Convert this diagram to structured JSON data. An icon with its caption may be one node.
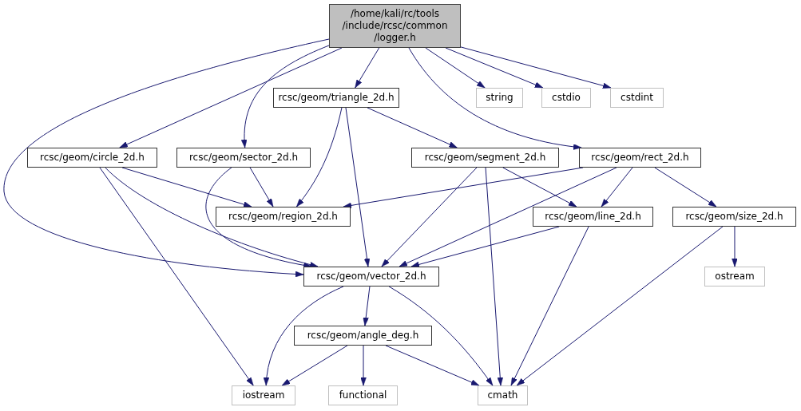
{
  "diagram": {
    "nodes": [
      {
        "text": [
          "/home/kali/rc/tools /include/rcsc/common /logger.h"
        ]
      },
      {
        "text": [
          "rcsc/geom/triangle_2d.h"
        ]
      },
      {
        "text": [
          "string"
        ]
      },
      {
        "text": [
          "cstdio"
        ]
      },
      {
        "text": [
          "cstdint"
        ]
      },
      {
        "text": [
          "rcsc/geom/circle_2d.h"
        ]
      },
      {
        "text": [
          "rcsc/geom/sector_2d.h"
        ]
      },
      {
        "text": [
          "rcsc/geom/segment_2d.h"
        ]
      },
      {
        "text": [
          "rcsc/geom/rect_2d.h"
        ]
      },
      {
        "text": [
          "rcsc/geom/region_2d.h"
        ]
      },
      {
        "text": [
          "rcsc/geom/line_2d.h"
        ]
      },
      {
        "text": [
          "rcsc/geom/size_2d.h"
        ]
      },
      {
        "text": [
          "rcsc/geom/vector_2d.h"
        ]
      },
      {
        "text": [
          "ostream"
        ]
      },
      {
        "text": [
          "rcsc/geom/angle_deg.h"
        ]
      },
      {
        "text": [
          "iostream"
        ]
      },
      {
        "text": [
          "functional"
        ]
      },
      {
        "text": [
          "cmath"
        ]
      }
    ],
    "edges": [
      {
        "from": 0,
        "to": 12,
        "arrow": "to"
      },
      {
        "from": 0,
        "to": 5,
        "arrow": "to"
      },
      {
        "from": 0,
        "to": 6,
        "arrow": "to"
      },
      {
        "from": 0,
        "to": 1,
        "arrow": "to"
      },
      {
        "from": 0,
        "to": 8,
        "arrow": "to"
      },
      {
        "from": 0,
        "to": 2,
        "arrow": "to"
      },
      {
        "from": 0,
        "to": 3,
        "arrow": "to"
      },
      {
        "from": 0,
        "to": 4,
        "arrow": "to"
      },
      {
        "from": 1,
        "to": 9,
        "arrow": "to"
      },
      {
        "from": 1,
        "to": 12,
        "arrow": "to"
      },
      {
        "from": 1,
        "to": 7,
        "arrow": "to"
      },
      {
        "from": 5,
        "to": 9,
        "arrow": "to"
      },
      {
        "from": 5,
        "to": 12,
        "arrow": "to"
      },
      {
        "from": 5,
        "to": 15,
        "arrow": "to"
      },
      {
        "from": 6,
        "to": 9,
        "arrow": "to"
      },
      {
        "from": 6,
        "to": 12,
        "arrow": "to"
      },
      {
        "from": 7,
        "to": 12,
        "arrow": "to"
      },
      {
        "from": 7,
        "to": 17,
        "arrow": "to"
      },
      {
        "from": 7,
        "to": 10,
        "arrow": "to"
      },
      {
        "from": 8,
        "to": 9,
        "arrow": "to"
      },
      {
        "from": 8,
        "to": 12,
        "arrow": "to"
      },
      {
        "from": 8,
        "to": 10,
        "arrow": "to"
      },
      {
        "from": 8,
        "to": 11,
        "arrow": "to"
      },
      {
        "from": 10,
        "to": 12,
        "arrow": "to"
      },
      {
        "from": 10,
        "to": 17,
        "arrow": "to"
      },
      {
        "from": 11,
        "to": 13,
        "arrow": "to"
      },
      {
        "from": 11,
        "to": 17,
        "arrow": "to"
      },
      {
        "from": 12,
        "to": 15,
        "arrow": "to"
      },
      {
        "from": 12,
        "to": 14,
        "arrow": "to"
      },
      {
        "from": 12,
        "to": 17,
        "arrow": "to"
      },
      {
        "from": 14,
        "to": 15,
        "arrow": "to"
      },
      {
        "from": 14,
        "to": 16,
        "arrow": "to"
      },
      {
        "from": 14,
        "to": 17,
        "arrow": "to"
      }
    ]
  }
}
